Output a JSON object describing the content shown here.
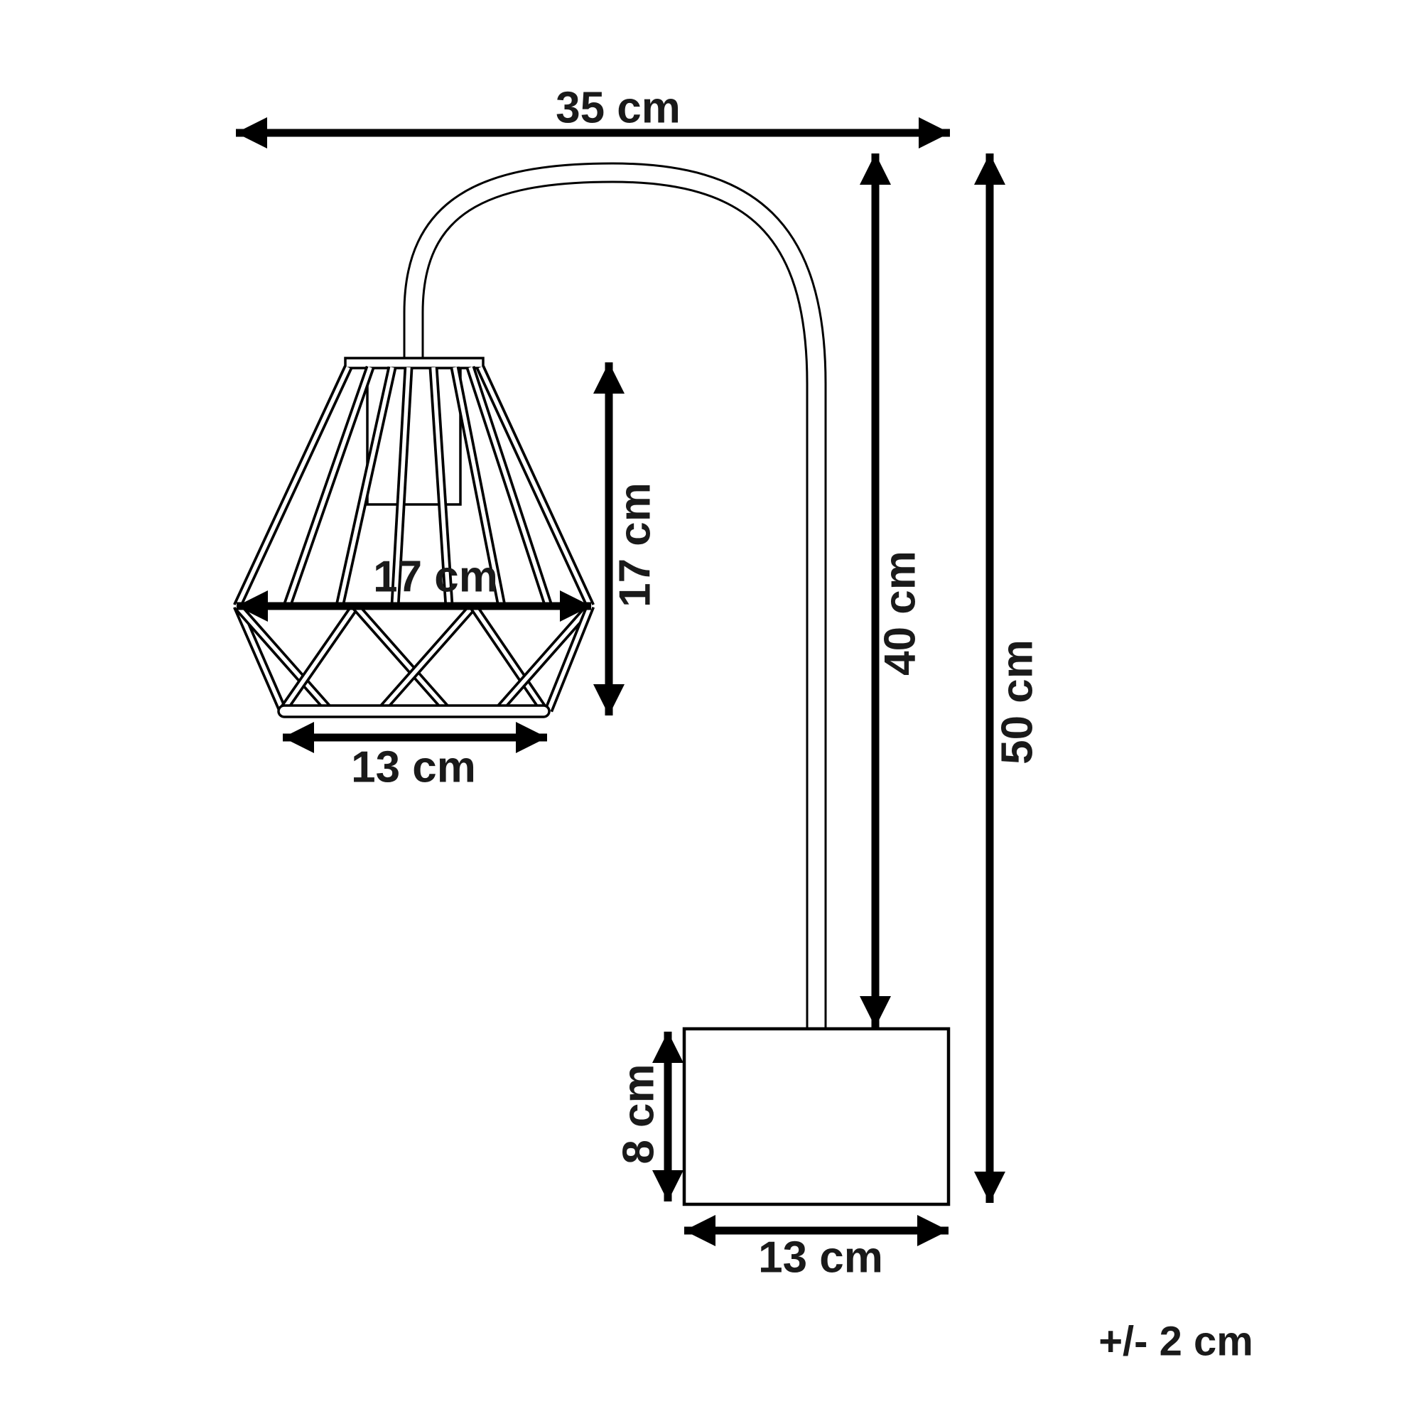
{
  "page": {
    "background_color": "#ffffff",
    "line_color": "#000000",
    "text_color": "#1a1a1a"
  },
  "diagram": {
    "subject": "arc table lamp with wire cage shade and rectangular base",
    "dimensions": {
      "top_width": "35 cm",
      "shade_width": "17 cm",
      "shade_height": "17 cm",
      "shade_bottom_width": "13 cm",
      "stem_height": "40 cm",
      "total_height": "50 cm",
      "base_height": "8 cm",
      "base_width": "13 cm"
    },
    "tolerance_note": "+/- 2 cm"
  }
}
